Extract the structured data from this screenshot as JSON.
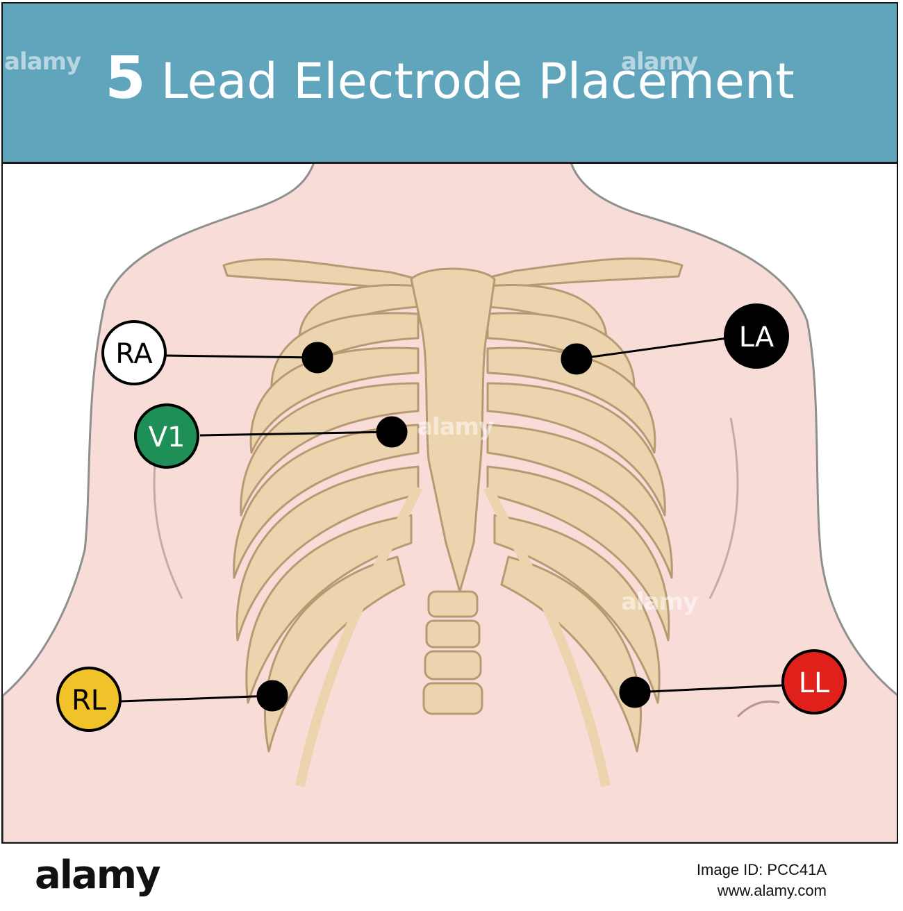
{
  "title": {
    "number": "5",
    "text": "Lead Electrode Placement"
  },
  "electrodes": [
    {
      "id": "ra",
      "label": "RA",
      "fill": "#ffffff",
      "text_color": "#000000"
    },
    {
      "id": "la",
      "label": "LA",
      "fill": "#000000",
      "text_color": "#ffffff"
    },
    {
      "id": "v1",
      "label": "V1",
      "fill": "#1e8f57",
      "text_color": "#ffffff"
    },
    {
      "id": "rl",
      "label": "RL",
      "fill": "#f2c22b",
      "text_color": "#000000"
    },
    {
      "id": "ll",
      "label": "LL",
      "fill": "#e0201b",
      "text_color": "#ffffff"
    }
  ],
  "watermark": "alamy",
  "footer": {
    "brand": "alamy",
    "image_id": "Image ID: PCC41A",
    "url": "www.alamy.com"
  },
  "colors": {
    "banner": "#61a5bd",
    "skin": "#f7dcd8",
    "bone": "#ecd4ae",
    "bone_outline": "#b79a72"
  }
}
